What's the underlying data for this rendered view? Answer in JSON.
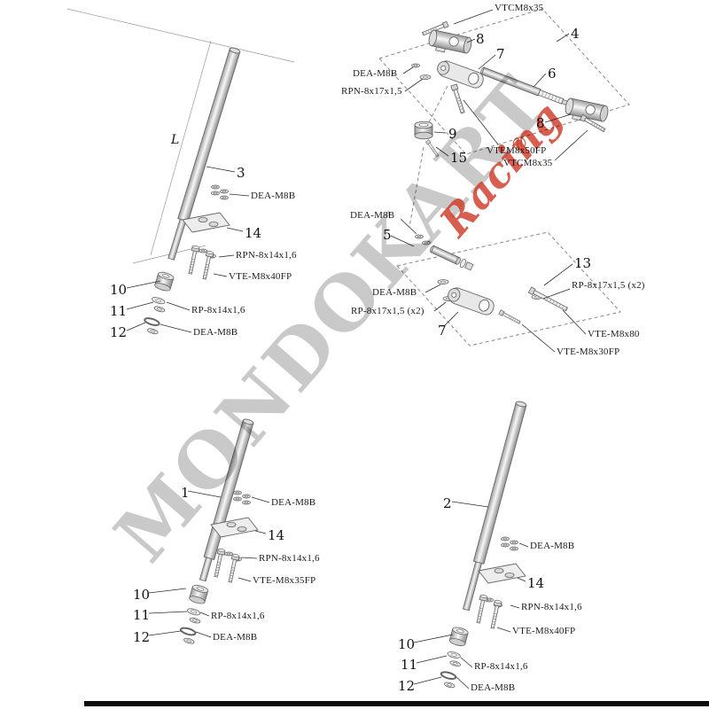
{
  "watermark": {
    "brand": "MONDOKART",
    "sub": "Racing",
    "registered": "®",
    "gray": "#949494",
    "red": "#d03a28"
  },
  "groups": {
    "top_left": {
      "dim_label": "L",
      "part_number": "3",
      "dea_upper": "DEA-M8B",
      "bracket_number": "14",
      "rpn_washer": "RPN-8x14x1,6",
      "screw": "VTE-M8x40FP",
      "bearing_number": "10",
      "washer_number": "11",
      "ring_number": "12",
      "rp_washer": "RP-8x14x1,6",
      "dea_lower": "DEA-M8B"
    },
    "top_right": {
      "group_number": "4",
      "bolt_top": "VTCM8x35",
      "clamp_number_a": "8",
      "support_number": "7",
      "dea": "DEA-M8B",
      "rpn_washer": "RPN-8x17x1,5",
      "shaft_number": "6",
      "clamp_number_b": "8",
      "collar_number": "9",
      "screw_number": "15",
      "screw_vtem": "VTEM8x50FP",
      "bolt_bottom": "VTCM8x35"
    },
    "mid_right": {
      "dea_upper": "DEA-M8B",
      "rod_number": "5",
      "kit_number": "13",
      "rp_washer_right": "RP-8x17x1,5 (x2)",
      "dea_left": "DEA-M8B",
      "rp_washer_left": "RP-8x17x1,5 (x2)",
      "support_number": "7",
      "screw_long": "VTE-M8x80",
      "screw_short": "VTE-M8x30FP"
    },
    "bottom_left": {
      "part_number": "1",
      "dea_upper": "DEA-M8B",
      "bracket_number": "14",
      "rpn_washer": "RPN-8x14x1,6",
      "screw": "VTE-M8x35FP",
      "bearing_number": "10",
      "washer_number": "11",
      "ring_number": "12",
      "rp_washer": "RP-8x14x1,6",
      "dea_lower": "DEA-M8B"
    },
    "bottom_right": {
      "part_number": "2",
      "dea_upper": "DEA-M8B",
      "bracket_number": "14",
      "rpn_washer": "RPN-8x14x1,6",
      "screw": "VTE-M8x40FP",
      "bearing_number": "10",
      "washer_number": "11",
      "ring_number": "12",
      "rp_washer": "RP-8x14x1,6",
      "dea_lower": "DEA-M8B"
    }
  }
}
